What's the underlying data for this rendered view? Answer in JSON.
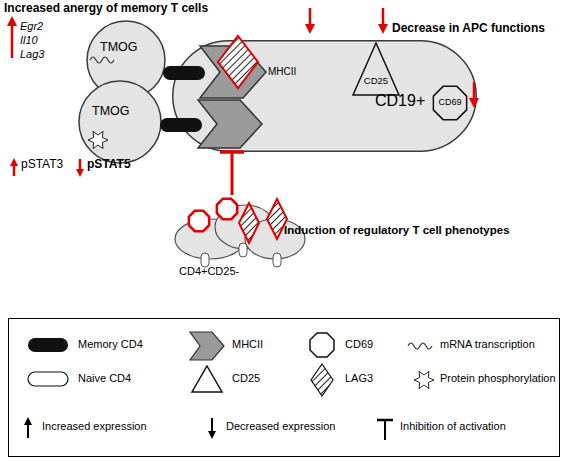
{
  "diagram": {
    "nodes": [
      {
        "text": [
          "TMOG"
        ]
      },
      {
        "text": [
          "TMOG"
        ]
      },
      {
        "text": [
          "CD19+"
        ]
      },
      {
        "text": [
          "CD25"
        ],
        "in": 2
      },
      {
        "text": [
          "CD69"
        ],
        "in": 2
      },
      {
        "text": [
          "CD4+CD25-"
        ]
      }
    ],
    "edges": [
      {
        "from": 5,
        "to": 2,
        "arrow": "to"
      }
    ],
    "labels": [
      "Increased anergy of memory T cells",
      "Decrease in APC functions",
      "Egr2",
      "Il10",
      "Lag3",
      "MHCII",
      "pSTAT3",
      "pSTAT5",
      "Induction of regulatory T cell phenotypes"
    ],
    "legend": [
      {
        "text": "Memory CD4"
      },
      {
        "text": "MHCII"
      },
      {
        "text": "CD69"
      },
      {
        "text": "mRNA transcription"
      },
      {
        "text": "Naive CD4"
      },
      {
        "text": "CD25"
      },
      {
        "text": "LAG3"
      },
      {
        "text": "Protein phosphorylation"
      },
      {
        "text": "Increased expression"
      },
      {
        "text": "Decreased expression"
      },
      {
        "text": "Inhibition of activation"
      }
    ]
  }
}
